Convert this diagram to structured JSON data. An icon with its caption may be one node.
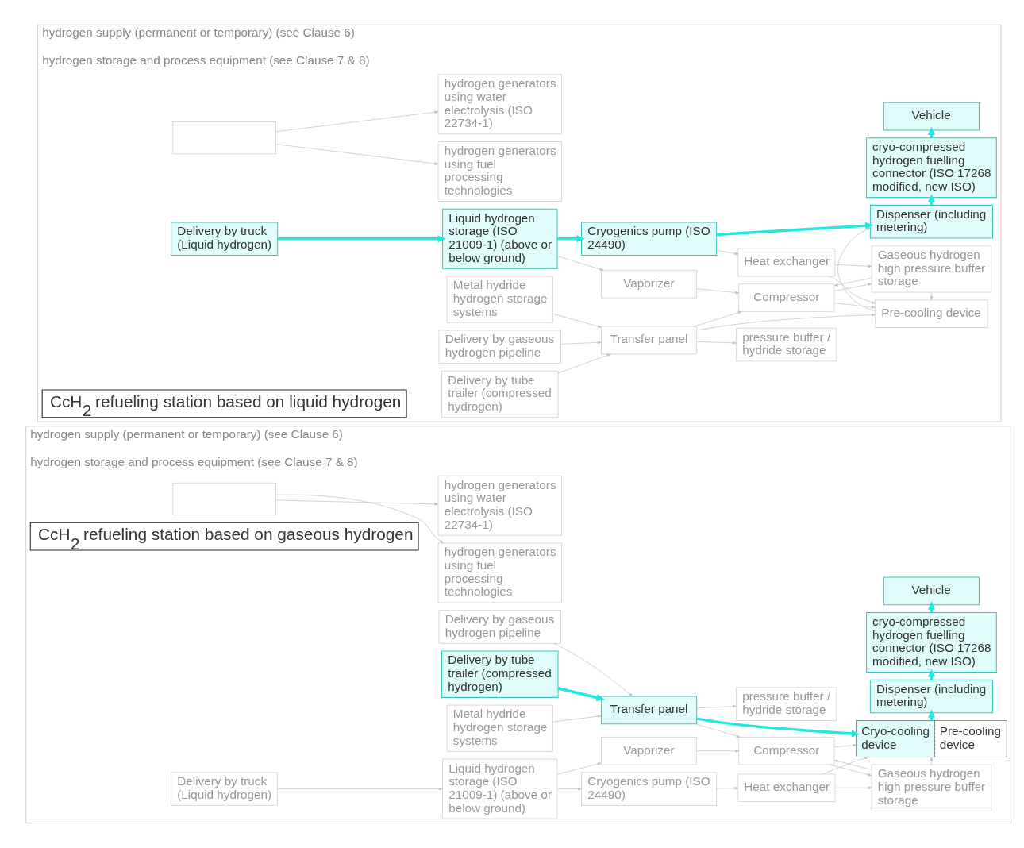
{
  "diagram": {
    "nodes": [
      {
        "text": [
          "hydrogen supply (permanent or temporary) (see Clause 6)",
          "hydrogen storage and process equipment (see Clause 7 & 8)"
        ]
      },
      {
        "text": [
          "CcH$_{2}$ refueling station based on gaseous hydrogen"
        ],
        "in": 0
      },
      {
        "text": [],
        "shape": "box",
        "in": 0
      },
      {
        "text": [
          "hydrogen generators using fuel processing technologies"
        ],
        "in": 0
      },
      {
        "text": [
          "hydrogen generators using water electrolysis (ISO 22734-1)"
        ],
        "in": 0
      },
      {
        "text": [
          "Delivery by gaseous hydrogen pipeline"
        ],
        "in": 0
      },
      {
        "text": [
          "Delivery by tube trailer (compressed hydrogen)"
        ],
        "in": 0
      },
      {
        "text": [
          "Metal hydride hydrogen storage systems"
        ],
        "in": 0
      },
      {
        "text": [
          "Transfer panel"
        ],
        "in": 0
      },
      {
        "text": [
          "Delivery by truck (Liquid hydrogen)"
        ],
        "in": 0
      },
      {
        "text": [
          "Liquid hydrogen storage (ISO 21009-1) (above or below ground)"
        ],
        "in": 0
      },
      {
        "text": [
          "pressure buffer / hydride storage"
        ],
        "in": 0
      },
      {
        "text": [
          "Compressor"
        ],
        "in": 0
      },
      {
        "text": [
          "Vaporizer"
        ],
        "in": 0
      },
      {
        "text": [
          "Cryogenics pump (ISO 24490)"
        ],
        "in": 0
      },
      {
        "text": [
          "Heat exchanger"
        ],
        "in": 0
      },
      {
        "text": [
          "Gaseous hydrogen high pressure buffer storage"
        ],
        "in": 0
      },
      {
        "text": [
          "Cryo-cooling device",
          "Pre-cooling device"
        ],
        "in": 0
      },
      {
        "text": [
          "Dispenser (including metering)"
        ],
        "in": 0
      },
      {
        "text": [
          "cryo-compressed hydrogen fuelling connector (ISO 17268 modified, new ISO)"
        ],
        "in": 0
      },
      {
        "text": [
          "Vehicle"
        ],
        "in": 0
      },
      {
        "text": [
          "hydrogen supply (permanent or temporary) (see Clause 6)",
          "hydrogen storage and process equipment (see Clause 7 & 8)"
        ]
      },
      {
        "text": [
          "CcH$_{2}$ refueling station based on liquid hydrogen"
        ],
        "in": 21
      },
      {
        "text": [],
        "shape": "box",
        "in": 21
      },
      {
        "text": [
          "hydrogen generators using fuel processing technologies"
        ],
        "in": 21
      },
      {
        "text": [
          "hydrogen generators using water electrolysis (ISO 22734-1)"
        ],
        "in": 21
      },
      {
        "text": [
          "Delivery by gaseous hydrogen pipeline"
        ],
        "in": 21
      },
      {
        "text": [
          "Delivery by tube trailer (compressed hydrogen)"
        ],
        "in": 21
      },
      {
        "text": [
          "Metal hydride hydrogen storage systems"
        ],
        "in": 21
      },
      {
        "text": [
          "Transfer panel"
        ],
        "in": 21
      },
      {
        "text": [
          "Delivery by truck (Liquid hydrogen)"
        ],
        "in": 21
      },
      {
        "text": [
          "Liquid hydrogen storage (ISO 21009-1) (above or below ground)"
        ],
        "in": 21
      },
      {
        "text": [
          "pressure buffer / hydride storage"
        ],
        "in": 21
      },
      {
        "text": [
          "Compressor"
        ],
        "in": 21
      },
      {
        "text": [
          "Vaporizer"
        ],
        "in": 21
      },
      {
        "text": [
          "Cryogenics pump (ISO 24490)"
        ],
        "in": 21
      },
      {
        "text": [
          "Heat exchanger"
        ],
        "in": 21
      },
      {
        "text": [
          "Gaseous hydrogen high pressure buffer storage"
        ],
        "in": 21
      },
      {
        "text": [
          "Pre-cooling device"
        ],
        "in": 21
      },
      {
        "text": [
          "Dispenser (including metering)"
        ],
        "in": 21
      },
      {
        "text": [
          "cryo-compressed hydrogen fuelling connector (ISO 17268 modified, new ISO)"
        ],
        "in": 21
      },
      {
        "text": [
          "Vehicle"
        ],
        "in": 21
      }
    ],
    "edges": [
      {
        "from": 2,
        "to": 3,
        "arrow": "to"
      },
      {
        "from": 2,
        "to": 4,
        "arrow": "to"
      },
      {
        "from": 5,
        "to": 8,
        "arrow": "to"
      },
      {
        "from": 6,
        "to": 8,
        "arrow": "to",
        "style": "thick",
        "color": "#22e8e0"
      },
      {
        "from": 7,
        "to": 8,
        "arrow": "to"
      },
      {
        "from": 8,
        "to": 11,
        "arrow": "to"
      },
      {
        "from": 8,
        "to": 12,
        "arrow": "to"
      },
      {
        "from": 8,
        "to": 17,
        "arrow": "to",
        "style": "thick",
        "color": "#22e8e0"
      },
      {
        "from": 9,
        "to": 10,
        "arrow": "to"
      },
      {
        "from": 10,
        "to": 13,
        "arrow": "to"
      },
      {
        "from": 10,
        "to": 14,
        "arrow": "to"
      },
      {
        "from": 13,
        "to": 12,
        "arrow": "to"
      },
      {
        "from": 14,
        "to": 15,
        "arrow": "to"
      },
      {
        "from": 15,
        "to": 16,
        "arrow": "to"
      },
      {
        "from": 15,
        "to": 17,
        "arrow": "to"
      },
      {
        "from": 16,
        "to": 12,
        "arrow": "to"
      },
      {
        "from": 12,
        "to": 16,
        "arrow": "to"
      },
      {
        "from": 12,
        "to": 17,
        "arrow": "to"
      },
      {
        "from": 16,
        "to": 17,
        "arrow": "to"
      },
      {
        "from": 17,
        "to": 18,
        "arrow": "to",
        "style": "thick",
        "color": "#22e8e0"
      },
      {
        "from": 18,
        "to": 19,
        "arrow": "to",
        "style": "thick",
        "color": "#22e8e0"
      },
      {
        "from": 19,
        "to": 20,
        "arrow": "to",
        "style": "thick",
        "color": "#22e8e0"
      },
      {
        "from": 23,
        "to": 24,
        "arrow": "to"
      },
      {
        "from": 23,
        "to": 25,
        "arrow": "to"
      },
      {
        "from": 26,
        "to": 29,
        "arrow": "to"
      },
      {
        "from": 27,
        "to": 29,
        "arrow": "to"
      },
      {
        "from": 28,
        "to": 29,
        "arrow": "to"
      },
      {
        "from": 29,
        "to": 32,
        "arrow": "to"
      },
      {
        "from": 29,
        "to": 33,
        "arrow": "to"
      },
      {
        "from": 29,
        "to": 38,
        "arrow": "to"
      },
      {
        "from": 30,
        "to": 31,
        "arrow": "to",
        "style": "thick",
        "color": "#22e8e0"
      },
      {
        "from": 31,
        "to": 34,
        "arrow": "to"
      },
      {
        "from": 31,
        "to": 35,
        "arrow": "to",
        "style": "thick",
        "color": "#22e8e0"
      },
      {
        "from": 34,
        "to": 33,
        "arrow": "to"
      },
      {
        "from": 35,
        "to": 36,
        "arrow": "to"
      },
      {
        "from": 35,
        "to": 39,
        "arrow": "to",
        "style": "thick",
        "color": "#22e8e0"
      },
      {
        "from": 36,
        "to": 37,
        "arrow": "to"
      },
      {
        "from": 36,
        "to": 38,
        "arrow": "to"
      },
      {
        "from": 37,
        "to": 33,
        "arrow": "to"
      },
      {
        "from": 33,
        "to": 37,
        "arrow": "to"
      },
      {
        "from": 33,
        "to": 38,
        "arrow": "to"
      },
      {
        "from": 37,
        "to": 38,
        "arrow": "to"
      },
      {
        "from": 38,
        "to": 39,
        "arrow": "to"
      },
      {
        "from": 39,
        "to": 40,
        "arrow": "to",
        "style": "thick",
        "color": "#22e8e0"
      },
      {
        "from": 40,
        "to": 41,
        "arrow": "to",
        "style": "thick",
        "color": "#22e8e0"
      }
    ]
  }
}
